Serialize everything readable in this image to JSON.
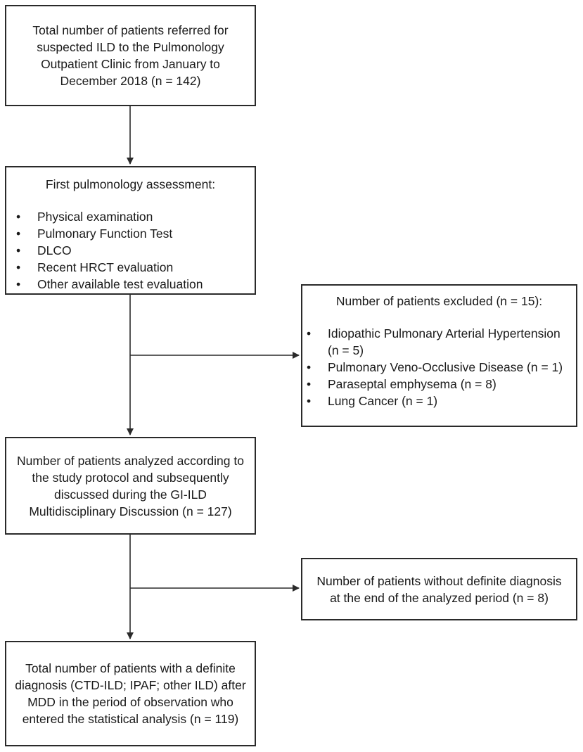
{
  "boxes": {
    "referred": {
      "text": "Total number of patients referred for\nsuspected ILD to the Pulmonology\nOutpatient Clinic from January to\nDecember 2018 (n = 142)"
    },
    "assessment": {
      "heading": "First pulmonology assessment:",
      "items": [
        "Physical examination",
        "Pulmonary Function Test",
        "DLCO",
        "Recent HRCT evaluation",
        "Other available test evaluation"
      ]
    },
    "excluded": {
      "heading": "Number of patients excluded (n = 15):",
      "items": [
        "Idiopathic Pulmonary Arterial Hypertension\n(n = 5)",
        "Pulmonary Veno-Occlusive Disease (n = 1)",
        "Paraseptal emphysema (n = 8)",
        "Lung Cancer (n = 1)"
      ]
    },
    "analyzed": {
      "text": "Number of patients analyzed according to\nthe study protocol and subsequently\ndiscussed during the GI-ILD\nMultidisciplinary Discussion (n = 127)"
    },
    "undiagnosed": {
      "text": "Number of patients without definite diagnosis\nat the end of the analyzed period (n = 8)"
    },
    "final": {
      "text": "Total number of patients with a definite\ndiagnosis (CTD-ILD; IPAF; other ILD) after\nMDD in the period of observation who\nentered the statistical analysis (n = 119)"
    }
  },
  "bullet_glyph": "•",
  "colors": {
    "line": "#2a2a2a"
  }
}
